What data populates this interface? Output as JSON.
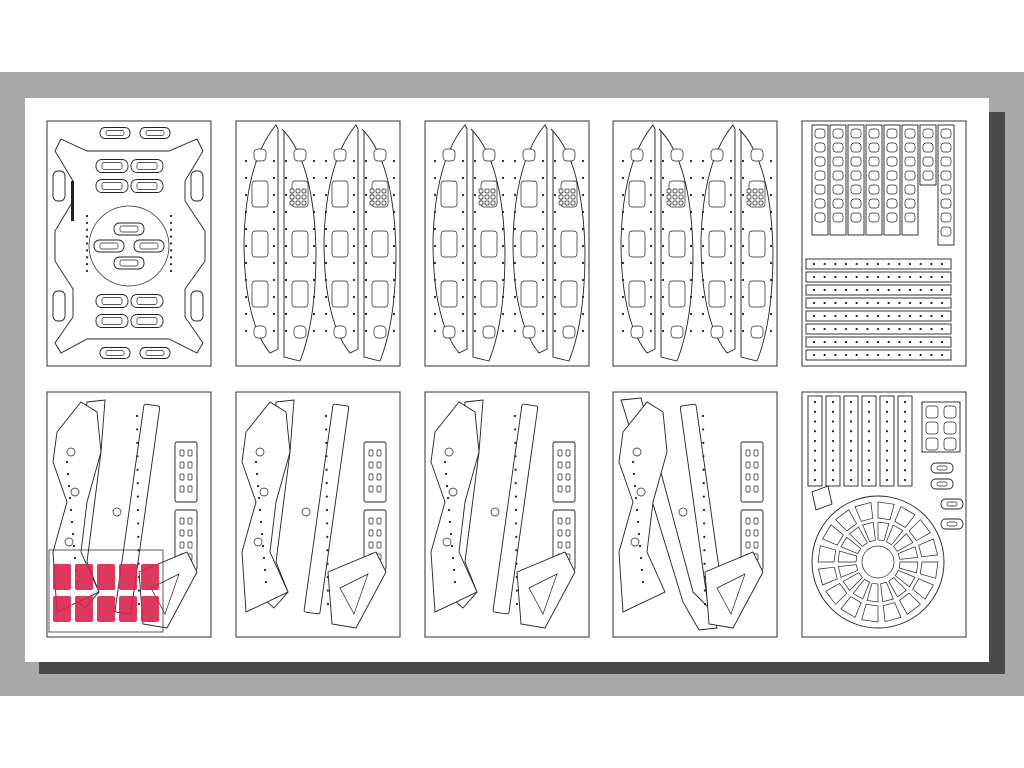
{
  "view": {
    "background": "#ffffff",
    "band_color": "#a9a9a9",
    "shadow_color": "#4a4a4a",
    "sheet_color": "#ffffff",
    "line_color": "#222222",
    "highlight_color": "#d8244c"
  },
  "panels": [
    {
      "kind": "hub-plate"
    },
    {
      "kind": "arm-sides"
    },
    {
      "kind": "arm-sides"
    },
    {
      "kind": "arm-sides"
    },
    {
      "kind": "brackets-strips"
    },
    {
      "kind": "arms-highlight"
    },
    {
      "kind": "arms"
    },
    {
      "kind": "arms"
    },
    {
      "kind": "arms"
    },
    {
      "kind": "wheel"
    }
  ]
}
